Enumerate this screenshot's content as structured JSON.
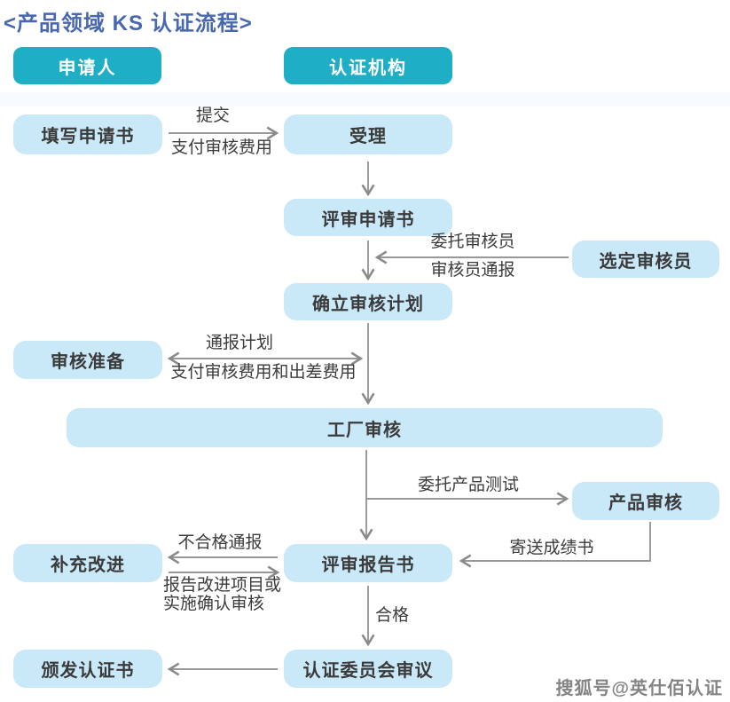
{
  "title": "<产品领域 KS 认证流程>",
  "colors": {
    "header_bg": "#1eaec6",
    "header_text": "#ffffff",
    "node_bg": "#c9e8f8",
    "node_text": "#3a3a3a",
    "title_text": "#4767b0",
    "arrow": "#8a8a8a",
    "watermark_text": "#6f6f6f"
  },
  "headers": {
    "applicant": "申请人",
    "cert_body": "认证机构"
  },
  "nodes": {
    "fill_application": "填写申请书",
    "accept": "受理",
    "review_application": "评审申请书",
    "select_auditor": "选定审核员",
    "establish_audit_plan": "确立审核计划",
    "audit_preparation": "审核准备",
    "factory_audit": "工厂审核",
    "product_audit": "产品审核",
    "review_report": "评审报告书",
    "supplement_improvement": "补充改进",
    "committee_deliberation": "认证委员会审议",
    "issue_certificate": "颁发认证书"
  },
  "edge_labels": {
    "submit": "提交",
    "pay_audit_fee": "支付审核费用",
    "entrust_auditor": "委托审核员",
    "auditor_notification": "审核员通报",
    "notify_plan": "通报计划",
    "pay_audit_and_travel_fee": "支付审核费用和出差费用",
    "entrust_product_test": "委托产品测试",
    "send_score_report": "寄送成绩书",
    "nonconforming_notification": "不合格通报",
    "report_improvement_line1": "报告改进项目或",
    "report_improvement_line2": "实施确认审核",
    "qualified": "合格"
  },
  "watermark": "搜狐号@英仕佰认证"
}
